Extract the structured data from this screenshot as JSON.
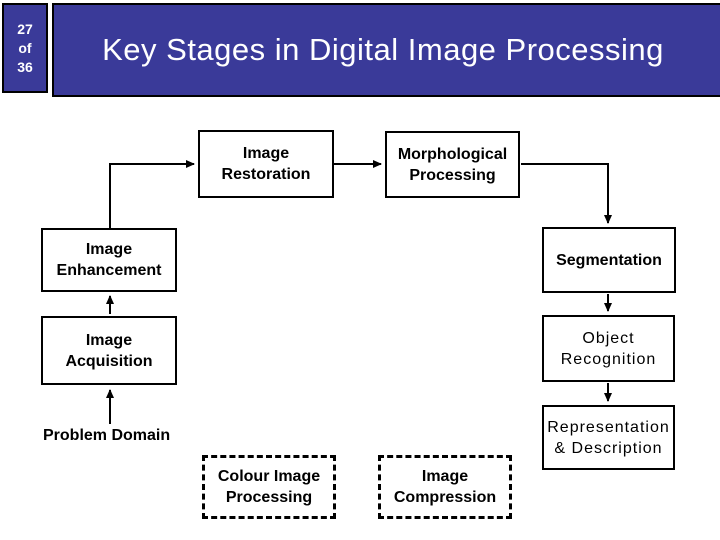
{
  "slide": {
    "page_indicator": "27\nof\n36",
    "title": "Key Stages in Digital Image Processing"
  },
  "colors": {
    "header_background": "#3A3A99",
    "header_text": "#FFFFFF",
    "page_background": "#FFFFFF",
    "node_background": "#FFFFFF",
    "node_border": "#000000",
    "node_text": "#000000",
    "connector_line": "#000000"
  },
  "diagram": {
    "nodes": {
      "image_restoration": {
        "label": "Image\nRestoration",
        "style": "solid"
      },
      "morphological_processing": {
        "label": "Morphological\nProcessing",
        "style": "solid"
      },
      "image_enhancement": {
        "label": "Image\nEnhancement",
        "style": "solid"
      },
      "segmentation": {
        "label": "Segmentation",
        "style": "solid"
      },
      "image_acquisition": {
        "label": "Image\nAcquisition",
        "style": "solid"
      },
      "object_recognition": {
        "label": "Object\nRecognition",
        "style": "solid-light"
      },
      "representation_description": {
        "label": "Representation\n& Description",
        "style": "solid-light"
      },
      "problem_domain": {
        "label": "Problem Domain",
        "style": "plain-text"
      },
      "colour_image_processing": {
        "label": "Colour Image\nProcessing",
        "style": "dashed"
      },
      "image_compression": {
        "label": "Image\nCompression",
        "style": "dashed"
      }
    },
    "edges": [
      {
        "from": "problem_domain",
        "to": "image_acquisition"
      },
      {
        "from": "image_acquisition",
        "to": "image_enhancement"
      },
      {
        "from": "image_enhancement",
        "to": "image_restoration"
      },
      {
        "from": "image_restoration",
        "to": "morphological_processing"
      },
      {
        "from": "morphological_processing",
        "to": "segmentation"
      },
      {
        "from": "segmentation",
        "to": "object_recognition"
      },
      {
        "from": "object_recognition",
        "to": "representation_description"
      }
    ]
  }
}
